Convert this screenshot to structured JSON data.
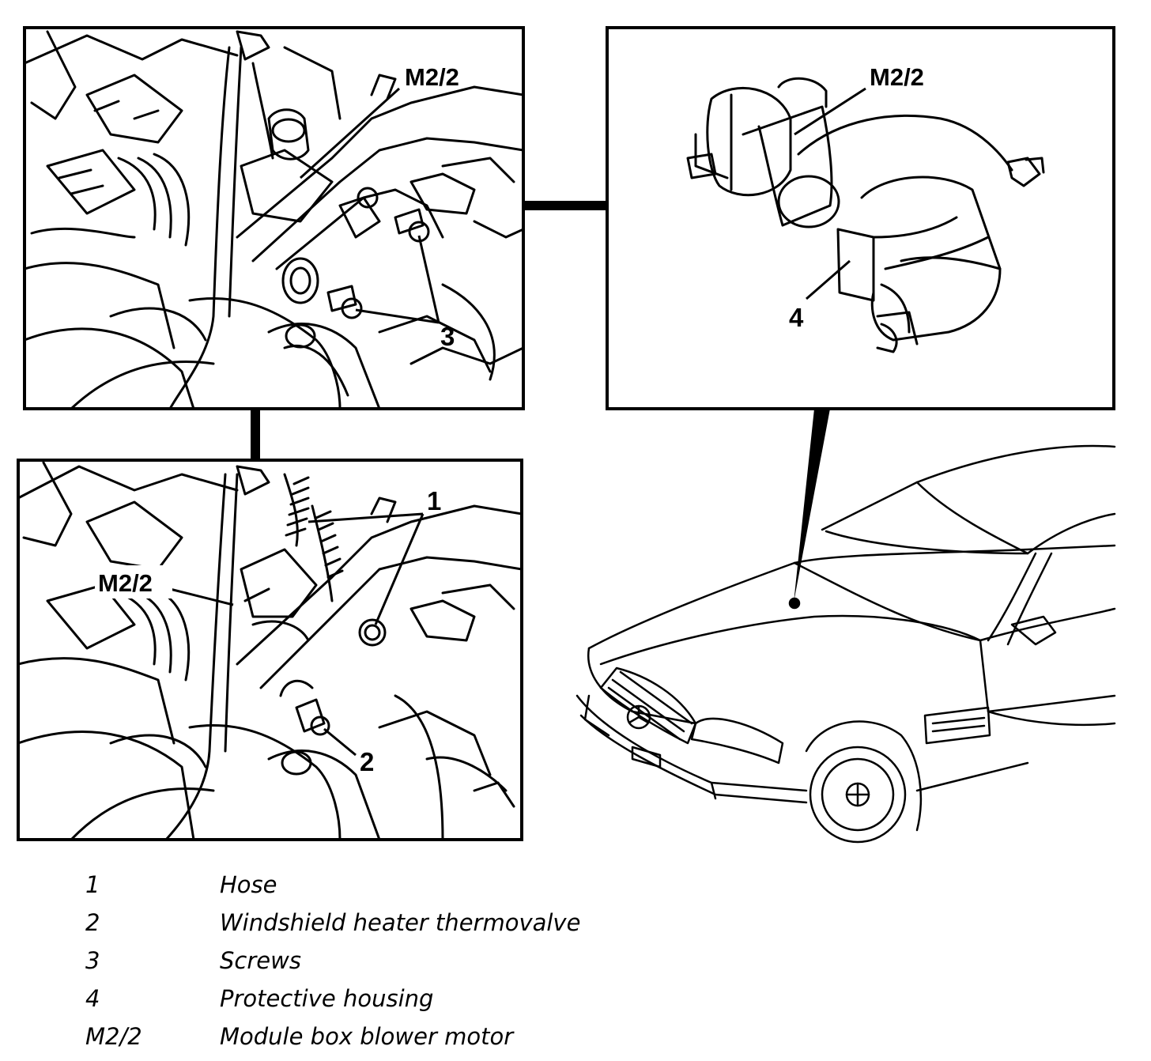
{
  "panels": {
    "top_left": {
      "callouts": [
        "M2/2",
        "3"
      ]
    },
    "top_right": {
      "callouts": [
        "M2/2",
        "4"
      ]
    },
    "bottom_left": {
      "callouts": [
        "1",
        "M2/2",
        "2"
      ]
    }
  },
  "legend": [
    {
      "key": "1",
      "description": "Hose"
    },
    {
      "key": "2",
      "description": "Windshield heater thermovalve"
    },
    {
      "key": "3",
      "description": "Screws"
    },
    {
      "key": "4",
      "description": "Protective housing"
    },
    {
      "key": "M2/2",
      "description": "Module box blower motor"
    }
  ]
}
